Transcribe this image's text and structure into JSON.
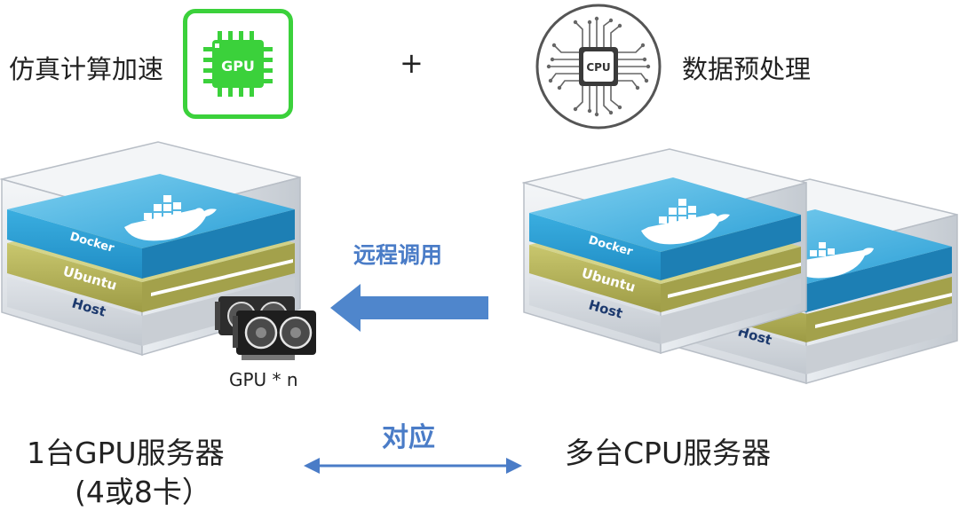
{
  "top": {
    "left_label": "仿真计算加速",
    "plus": "+",
    "right_label": "数据预处理",
    "gpu_chip_text": "GPU",
    "cpu_chip_text": "CPU"
  },
  "server": {
    "layer_docker": "Docker",
    "layer_ubuntu": "Ubuntu",
    "layer_host": "Host"
  },
  "gpu_caption": "GPU * n",
  "remote_call": "远程调用",
  "correspond": "对应",
  "bottom": {
    "left_line1": "1台GPU服务器",
    "left_line2": "(4或8卡）",
    "right": "多台CPU服务器"
  },
  "colors": {
    "gpu_green": "#3bd13b",
    "arrow_blue": "#4f86cc",
    "docker_blue": "#2fa6d8",
    "ubuntu_olive": "#b5b35a"
  }
}
